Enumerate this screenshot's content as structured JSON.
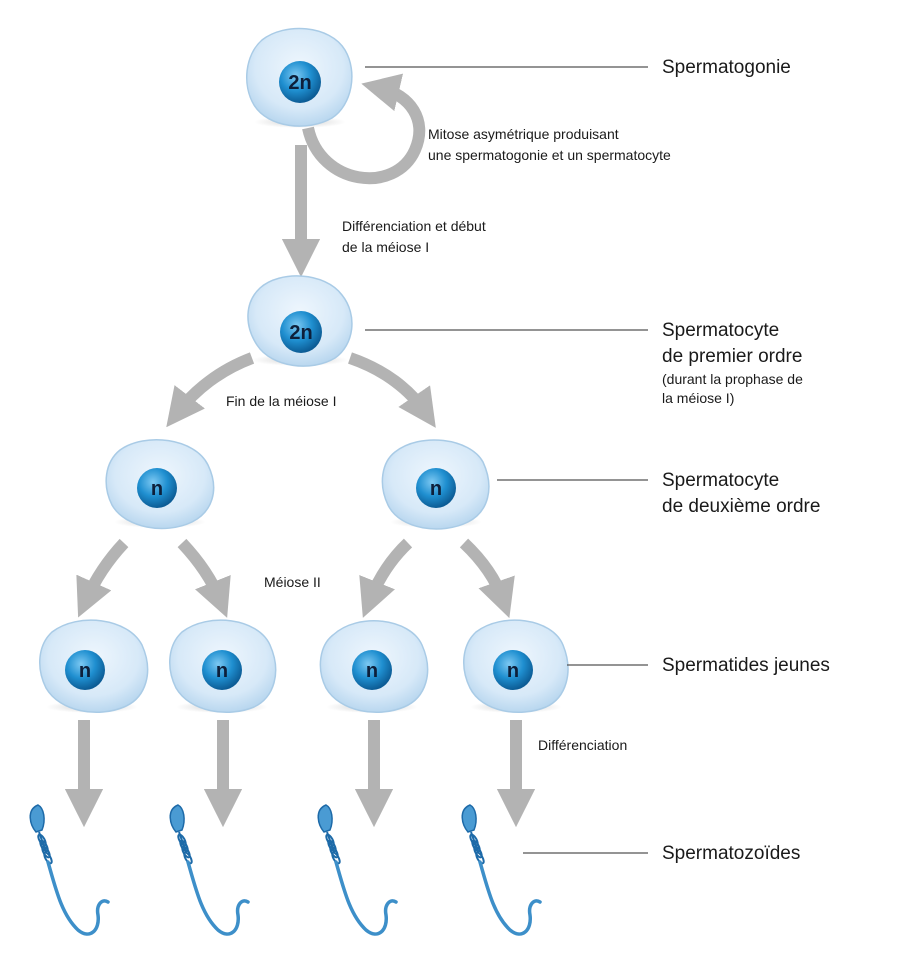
{
  "stages": {
    "spermatogonie": "Spermatogonie",
    "spermatocyte1": [
      "Spermatocyte",
      "de premier ordre"
    ],
    "spermatocyte1_note": [
      "(durant la prophase de",
      "la méiose I)"
    ],
    "spermatocyte2": [
      "Spermatocyte",
      "de deuxième ordre"
    ],
    "spermatides": "Spermatides jeunes",
    "spermatozoides": "Spermatozoïdes"
  },
  "processes": {
    "mitose": [
      "Mitose asymétrique produisant",
      "une spermatogonie et un spermatocyte"
    ],
    "differenciation_meiose": [
      "Différenciation et début",
      "de la méiose I"
    ],
    "fin_meiose1": "Fin de la méiose I",
    "meiose2": "Méiose II",
    "differenciation": "Différenciation"
  },
  "nuclei": {
    "diploid": "2n",
    "haploid": "n"
  },
  "colors": {
    "cell_fill": "#dcebf8",
    "cell_edge": "#a9cbe6",
    "nucleus": "#1f8fd0",
    "arrow": "#b3b3b3",
    "sperm": "#3d8fc9",
    "leader": "#555555"
  }
}
